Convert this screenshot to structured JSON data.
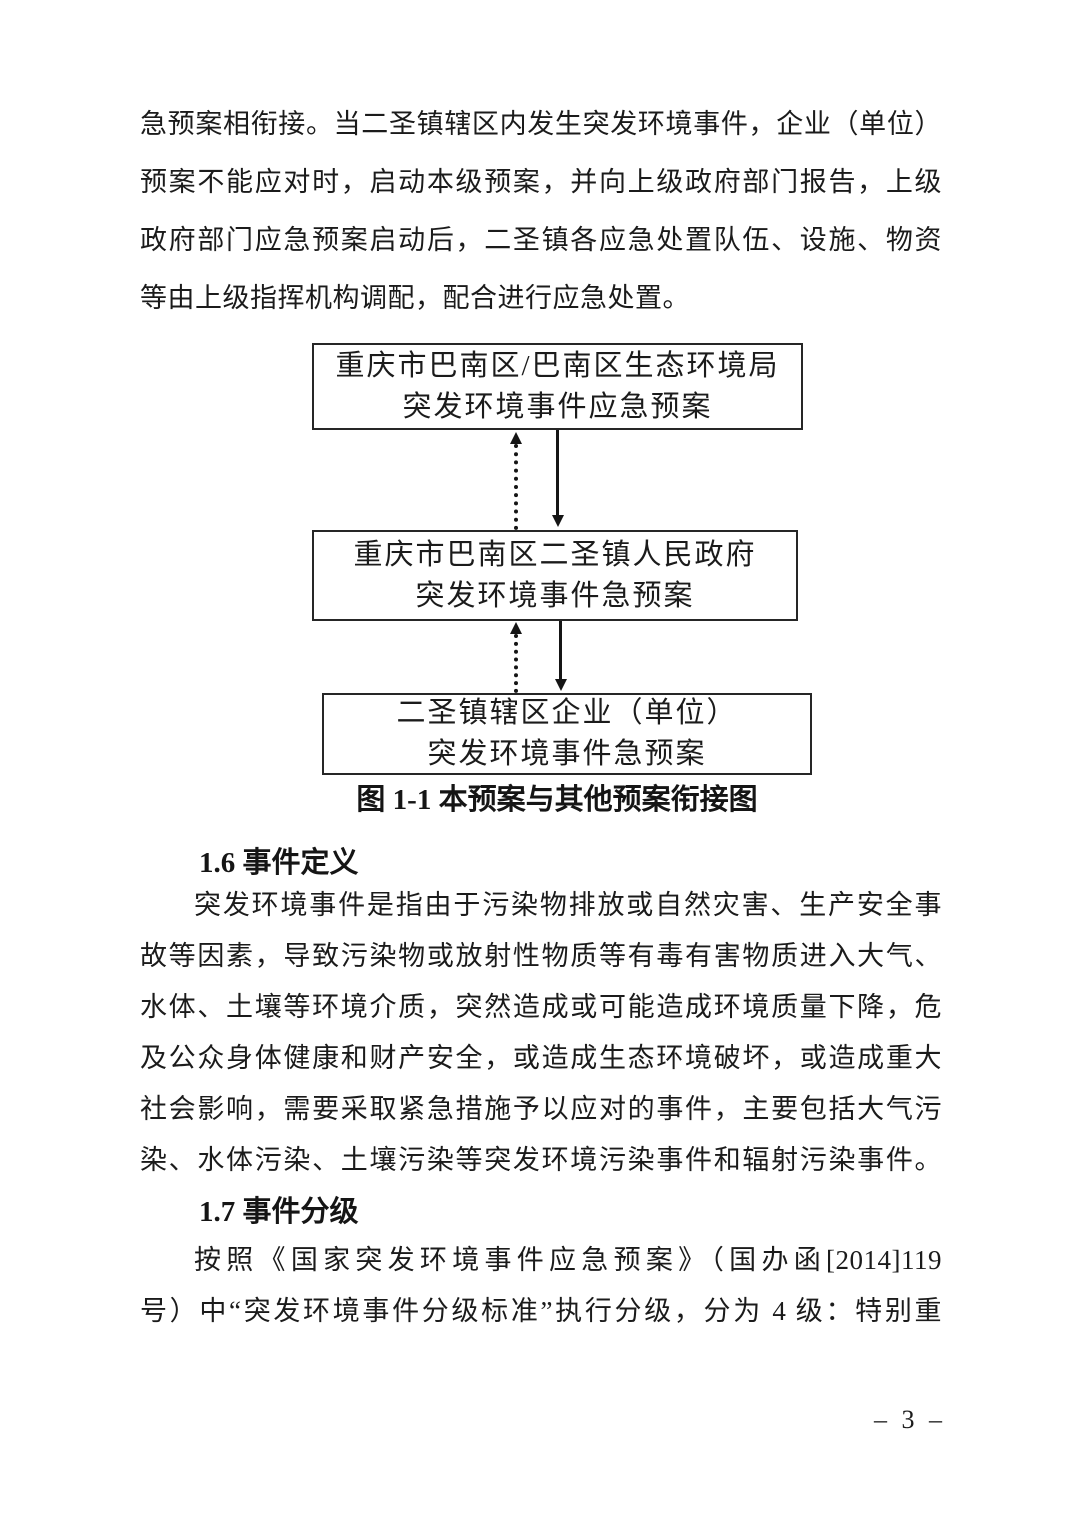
{
  "intro": {
    "lines": [
      "急预案相衔接。当二圣镇辖区内发生突发环境事件，企业（单位）",
      "预案不能应对时，启动本级预案，并向上级政府部门报告，上级",
      "政府部门应急预案启动后，二圣镇各应急处置队伍、设施、物资",
      "等由上级指挥机构调配，配合进行应急处置。"
    ]
  },
  "figure": {
    "boxes": [
      {
        "line1": "重庆市巴南区/巴南区生态环境局",
        "line2": "突发环境事件应急预案"
      },
      {
        "line1": "重庆市巴南区二圣镇人民政府",
        "line2": "突发环境事件急预案"
      },
      {
        "line1": "二圣镇辖区企业（单位）",
        "line2": "突发环境事件急预案"
      }
    ],
    "arrows": [
      {
        "name": "dotted-up-arrow",
        "style": "dotted",
        "direction": "up"
      },
      {
        "name": "solid-down-arrow",
        "style": "solid",
        "direction": "down"
      },
      {
        "name": "dotted-up-arrow",
        "style": "dotted",
        "direction": "up"
      },
      {
        "name": "solid-down-arrow",
        "style": "solid",
        "direction": "down"
      }
    ],
    "caption": "图 1-1 本预案与其他预案衔接图"
  },
  "section_1_6": {
    "heading": "1.6 事件定义",
    "lines": [
      "突发环境事件是指由于污染物排放或自然灾害、生产安全事",
      "故等因素，导致污染物或放射性物质等有毒有害物质进入大气、",
      "水体、土壤等环境介质，突然造成或可能造成环境质量下降，危",
      "及公众身体健康和财产安全，或造成生态环境破坏，或造成重大",
      "社会影响，需要采取紧急措施予以应对的事件，主要包括大气污",
      "染、水体污染、土壤污染等突发环境污染事件和辐射污染事件。"
    ]
  },
  "section_1_7": {
    "heading": "1.7 事件分级",
    "lines": [
      "按照《国家突发环境事件应急预案》（国办函[2014]119",
      "号）中“突发环境事件分级标准”执行分级，分为 4 级：特别重"
    ]
  },
  "footer": {
    "page_number": "– 3 –"
  },
  "colors": {
    "background": "#ffffff",
    "text": "#1b1b1b",
    "box_border": "#262626",
    "arrow": "#151515"
  }
}
